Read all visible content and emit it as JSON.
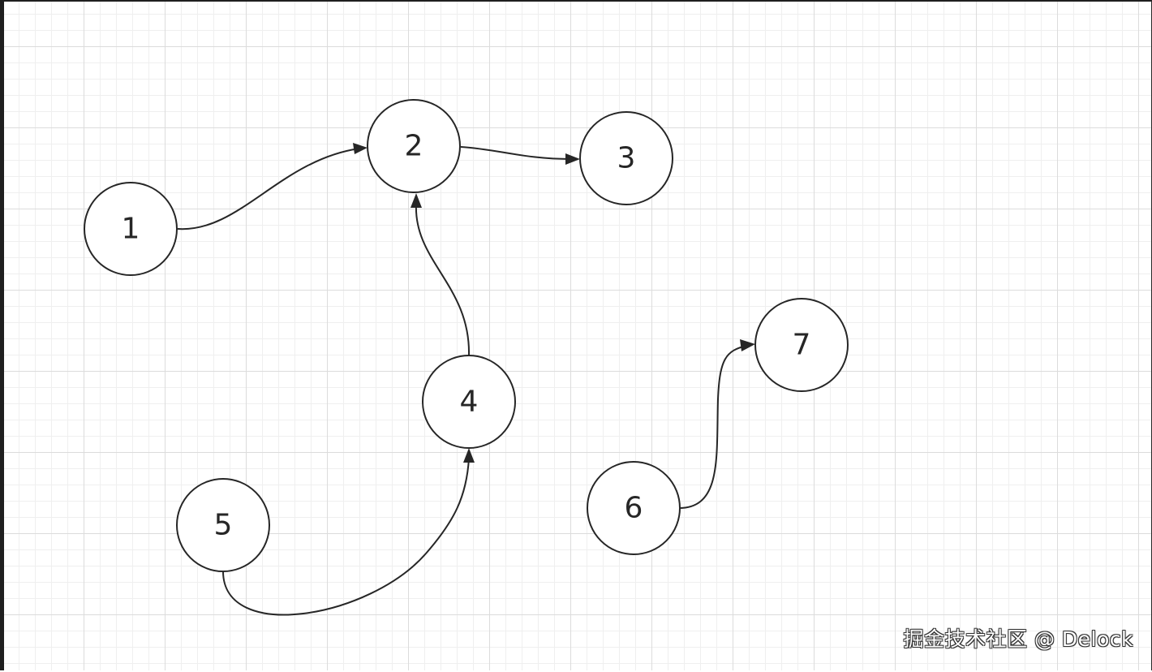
{
  "nodes": [
    {
      "id": "1",
      "label": "1"
    },
    {
      "id": "2",
      "label": "2"
    },
    {
      "id": "3",
      "label": "3"
    },
    {
      "id": "4",
      "label": "4"
    },
    {
      "id": "5",
      "label": "5"
    },
    {
      "id": "6",
      "label": "6"
    },
    {
      "id": "7",
      "label": "7"
    }
  ],
  "edges": [
    {
      "from": "1",
      "to": "2"
    },
    {
      "from": "2",
      "to": "3"
    },
    {
      "from": "4",
      "to": "2"
    },
    {
      "from": "5",
      "to": "4"
    },
    {
      "from": "6",
      "to": "7"
    }
  ],
  "watermark": "掘金技术社区 @ Delock",
  "colors": {
    "stroke": "#262626",
    "grid_major": "#dcdcdc",
    "grid_minor": "#efefef",
    "background": "#ffffff"
  }
}
